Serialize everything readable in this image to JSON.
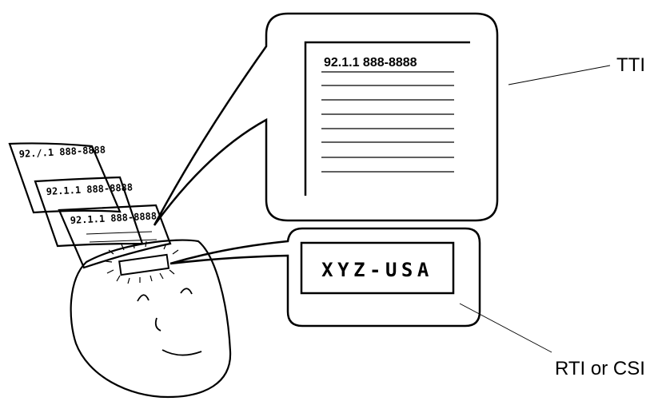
{
  "labels": {
    "tti": "TTI",
    "rti_csi": "RTI or CSI"
  },
  "tti_header": "92.1.1  888-8888",
  "display_text": "XYZ-USA",
  "page_headers": [
    "92./.1 888-8888",
    "92.1.1 888-8888",
    "92.1.1 888-8888"
  ],
  "colors": {
    "ink": "#000000",
    "paper": "#ffffff"
  }
}
